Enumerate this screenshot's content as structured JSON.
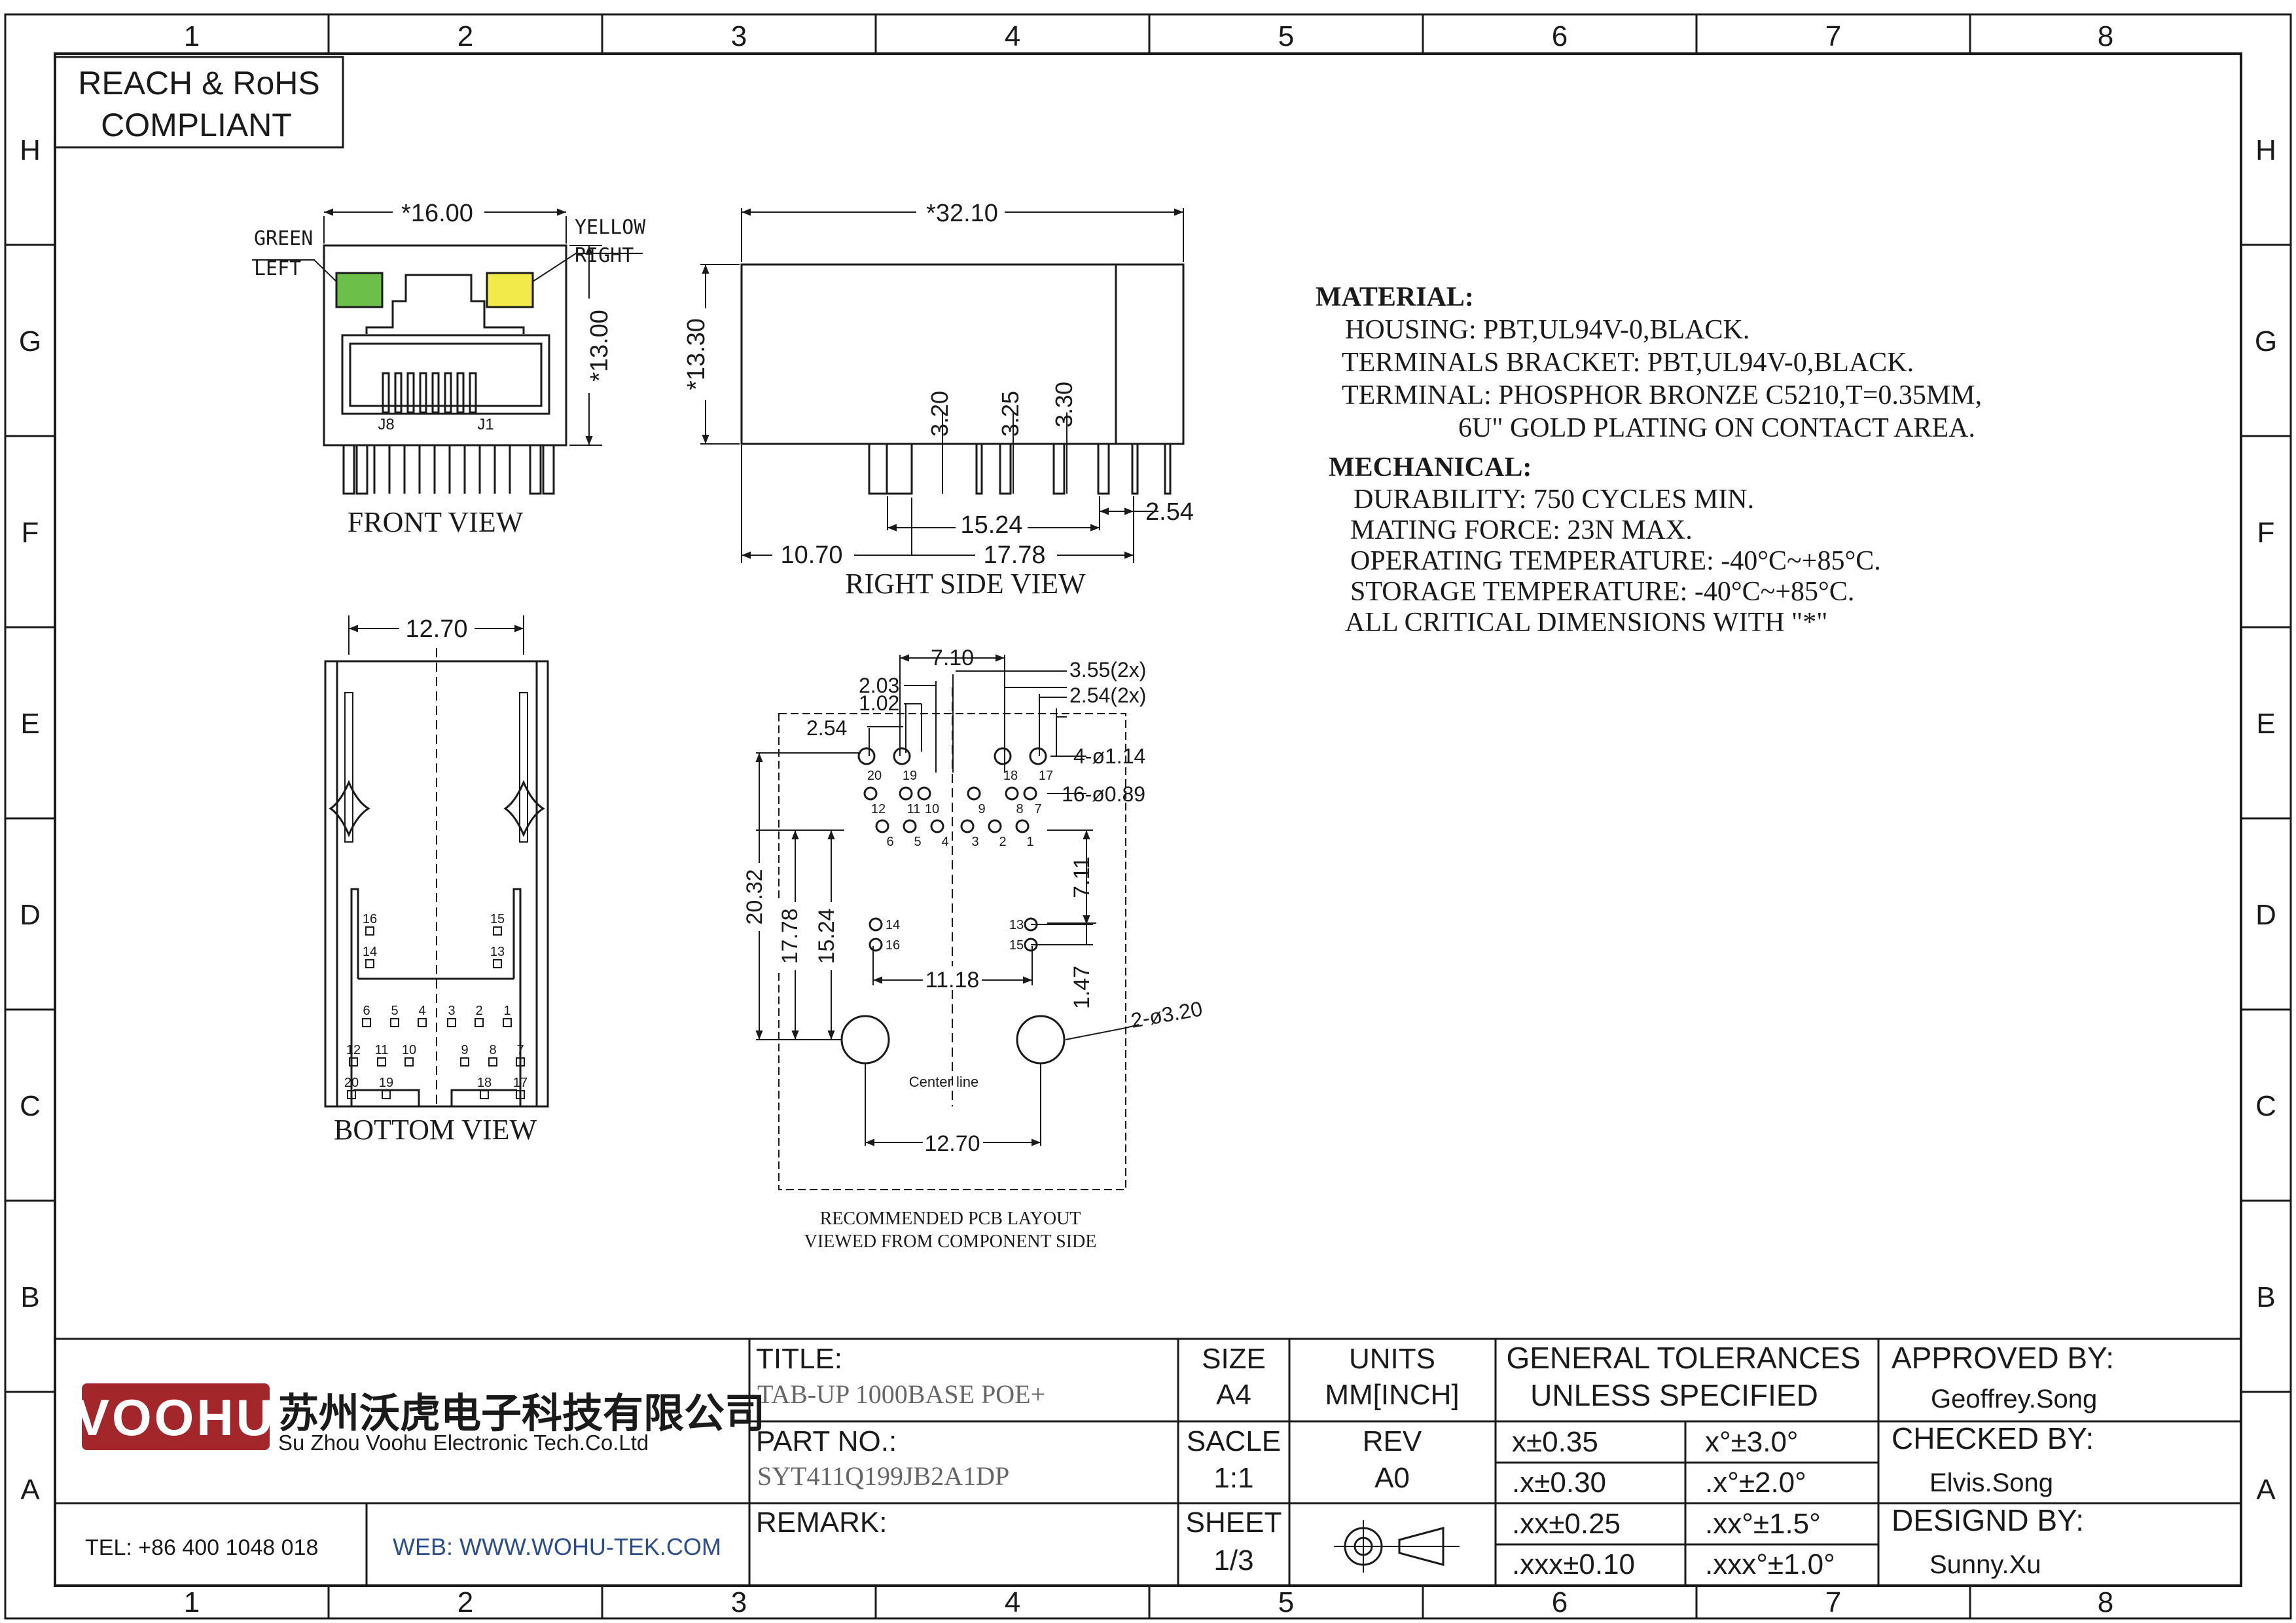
{
  "frame": {
    "columns": [
      "1",
      "2",
      "3",
      "4",
      "5",
      "6",
      "7",
      "8"
    ],
    "rows": [
      "H",
      "G",
      "F",
      "E",
      "D",
      "C",
      "B",
      "A"
    ]
  },
  "compliance": {
    "line1": "REACH & RoHS",
    "line2": "COMPLIANT"
  },
  "front_view": {
    "caption": "FRONT VIEW",
    "width_dim": "*16.00",
    "height_dim": "*13.00",
    "led_left_label1": "GREEN",
    "led_left_label2": "LEFT",
    "led_right_label1": "YELLOW",
    "led_right_label2": "RIGHT",
    "pin_j8": "J8",
    "pin_j1": "J1",
    "led_left_color": "#6cc04a",
    "led_right_color": "#f2ea4a"
  },
  "side_view": {
    "caption": "RIGHT SIDE VIEW",
    "length_dim": "*32.10",
    "height_dim": "*13.30",
    "d320": "3.20",
    "d325": "3.25",
    "d330": "3.30",
    "d1524": "15.24",
    "d254": "2.54",
    "d1070": "10.70",
    "d1778": "17.78"
  },
  "bottom_view": {
    "caption": "BOTTOM VIEW",
    "width_dim": "12.70",
    "pins": [
      "16",
      "15",
      "14",
      "13",
      "6",
      "5",
      "4",
      "3",
      "2",
      "1",
      "12",
      "11",
      "10",
      "9",
      "8",
      "7",
      "20",
      "19",
      "18",
      "17"
    ]
  },
  "pcb_layout": {
    "caption1": "RECOMMENDED PCB LAYOUT",
    "caption2": "VIEWED FROM COMPONENT SIDE",
    "d710": "7.10",
    "d355": "3.55(2x)",
    "d254x": "2.54(2x)",
    "d203": "2.03",
    "d102": "1.02",
    "d254": "2.54",
    "hole114": "4-ø1.14",
    "hole089": "16-ø0.89",
    "d711": "7.11",
    "d2032": "20.32",
    "d1778": "17.78",
    "d1524": "15.24",
    "d1118": "11.18",
    "d147": "1.47",
    "hole320": "2-ø3.20",
    "centerline": "Center line",
    "d1270": "12.70",
    "pins": [
      "20",
      "19",
      "18",
      "17",
      "12",
      "11",
      "10",
      "9",
      "8",
      "7",
      "6",
      "5",
      "4",
      "3",
      "2",
      "1",
      "14",
      "16",
      "13",
      "15"
    ]
  },
  "notes": {
    "material_title": "MATERIAL:",
    "material_lines": [
      "HOUSING: PBT,UL94V-0,BLACK.",
      "TERMINALS BRACKET: PBT,UL94V-0,BLACK.",
      "TERMINAL: PHOSPHOR BRONZE C5210,T=0.35MM,",
      "6U\" GOLD PLATING ON CONTACT AREA."
    ],
    "mechanical_title": "MECHANICAL:",
    "mechanical_lines": [
      "DURABILITY: 750 CYCLES MIN.",
      "MATING FORCE: 23N MAX.",
      "OPERATING TEMPERATURE: -40°C~+85°C.",
      "STORAGE TEMPERATURE: -40°C~+85°C.",
      "ALL CRITICAL DIMENSIONS WITH \"*\""
    ]
  },
  "title_block": {
    "logo_text": "VOOHU",
    "company_cn": "苏州沃虎电子科技有限公司",
    "company_en": "Su Zhou Voohu Electronic Tech.Co.Ltd",
    "tel": "TEL: +86 400 1048 018",
    "web": "WEB: WWW.WOHU-TEK.COM",
    "title_label": "TITLE:",
    "title_value": "TAB-UP 1000BASE POE+",
    "part_label": "PART NO.:",
    "part_value": "SYT411Q199JB2A1DP",
    "remark_label": "REMARK:",
    "size_label": "SIZE",
    "size_value": "A4",
    "units_label": "UNITS",
    "units_value": "MM[INCH]",
    "scale_label": "SACLE",
    "scale_value": "1:1",
    "rev_label": "REV",
    "rev_value": "A0",
    "sheet_label": "SHEET",
    "sheet_value": "1/3",
    "tol_title1": "GENERAL TOLERANCES",
    "tol_title2": "UNLESS SPECIFIED",
    "tolerances": [
      [
        "x±0.35",
        "x°±3.0°"
      ],
      [
        ".x±0.30",
        ".x°±2.0°"
      ],
      [
        ".xx±0.25",
        ".xx°±1.5°"
      ],
      [
        ".xxx±0.10",
        ".xxx°±1.0°"
      ]
    ],
    "approved_label": "APPROVED BY:",
    "approved_value": "Geoffrey.Song",
    "checked_label": "CHECKED BY:",
    "checked_value": "Elvis.Song",
    "designed_label": "DESIGND BY:",
    "designed_value": "Sunny.Xu",
    "logo_color": "#a3262a"
  }
}
